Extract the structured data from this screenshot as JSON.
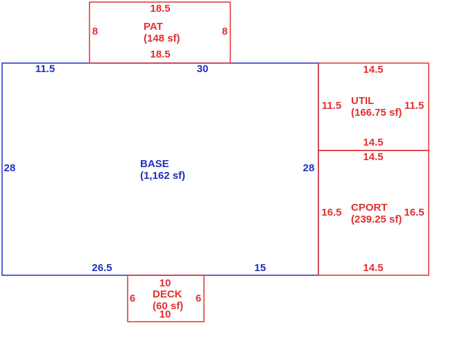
{
  "colors": {
    "base": "#1f2fbf",
    "addition": "#e03030",
    "background": "#ffffff"
  },
  "base": {
    "name": "BASE",
    "area": "(1,162 sf)",
    "dims": {
      "top_left": "11.5",
      "top_right": "30",
      "left": "28",
      "right": "28",
      "bottom_left": "26.5",
      "bottom_right": "15"
    }
  },
  "pat": {
    "name": "PAT",
    "area": "(148 sf)",
    "dims": {
      "top": "18.5",
      "bottom": "18.5",
      "left": "8",
      "right": "8"
    }
  },
  "util": {
    "name": "UTIL",
    "area": "(166.75 sf)",
    "dims": {
      "top": "14.5",
      "bottom": "14.5",
      "left": "11.5",
      "right": "11.5"
    }
  },
  "cport": {
    "name": "CPORT",
    "area": "(239.25 sf)",
    "dims": {
      "top": "14.5",
      "bottom": "14.5",
      "left": "16.5",
      "right": "16.5"
    }
  },
  "deck": {
    "name": "DECK",
    "area": "(60 sf)",
    "dims": {
      "top": "10",
      "bottom": "10",
      "left": "6",
      "right": "6"
    }
  }
}
